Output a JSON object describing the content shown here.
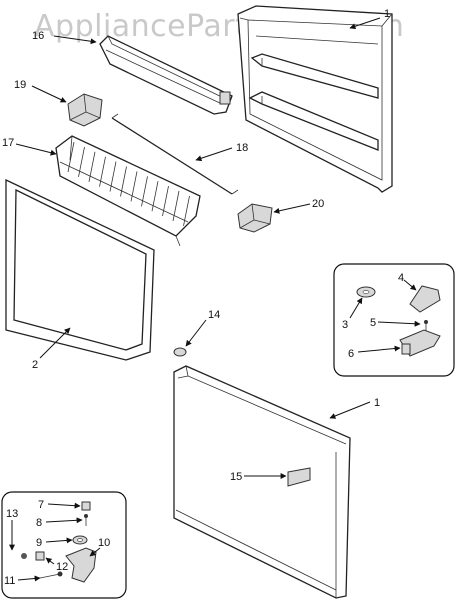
{
  "watermark": "AppliancePartsPros.com",
  "labels": {
    "l1_top": "1",
    "l16": "16",
    "l19": "19",
    "l17": "17",
    "l18": "18",
    "l20": "20",
    "l2": "2",
    "l14": "14",
    "l4": "4",
    "l3": "3",
    "l5": "5",
    "l6": "6",
    "l1_bottom": "1",
    "l15": "15",
    "l7": "7",
    "l13": "13",
    "l8": "8",
    "l9": "9",
    "l10": "10",
    "l12": "12",
    "l11": "11"
  }
}
